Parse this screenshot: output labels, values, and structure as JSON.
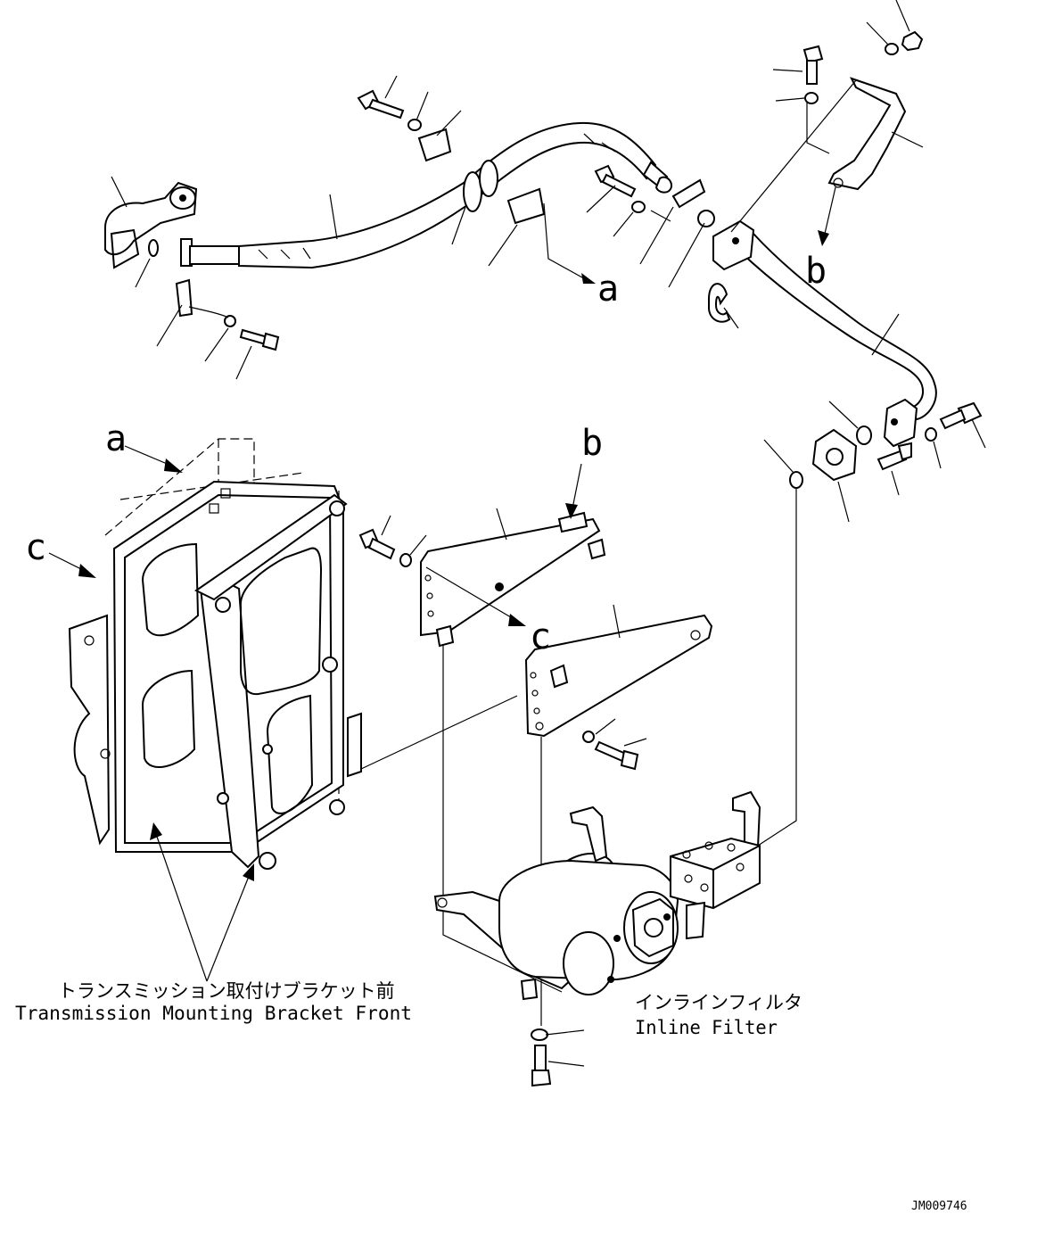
{
  "callouts": {
    "a_top": "a",
    "b_top": "b",
    "a_frame": "a",
    "b_bracket": "b",
    "c_frame": "c",
    "c_bracket": "c"
  },
  "labels": {
    "transmission_jp": "トランスミッション取付けブラケット前",
    "transmission_en": "Transmission Mounting Bracket Front",
    "filter_jp": "インラインフィルタ",
    "filter_en": "Inline Filter"
  },
  "drawing_number": "JM009746"
}
